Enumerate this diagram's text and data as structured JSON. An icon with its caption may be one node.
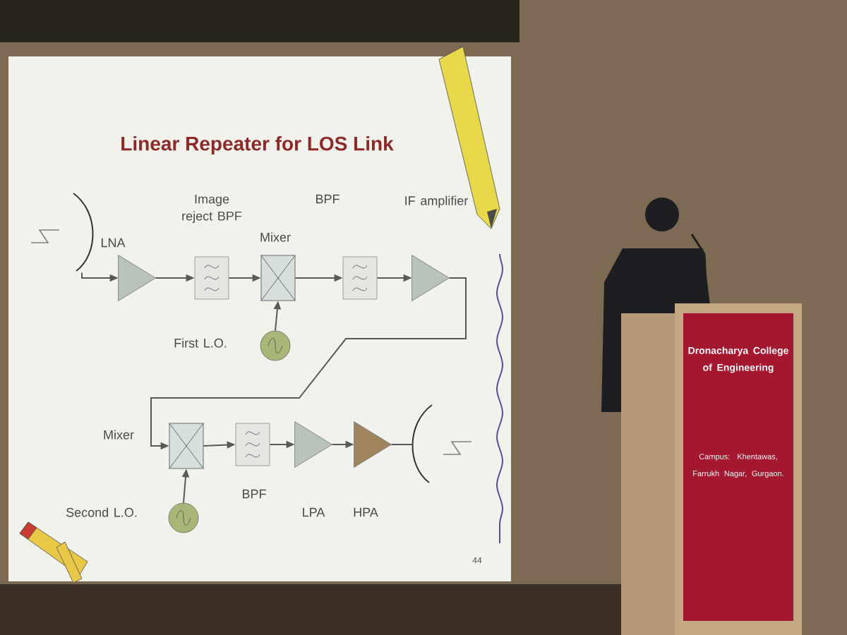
{
  "diagram": {
    "title": "Linear Repeater for LOS Link",
    "nodes": [
      {
        "text": [],
        "shape": "picture"
      },
      {
        "text": [
          "LNA"
        ]
      },
      {
        "text": [
          "Image reject BPF"
        ]
      },
      {
        "text": [
          "Mixer"
        ]
      },
      {
        "text": [
          "First L.O."
        ]
      },
      {
        "text": [
          "BPF"
        ]
      },
      {
        "text": [
          "IF amplifier"
        ]
      },
      {
        "text": [
          "Mixer"
        ]
      },
      {
        "text": [
          "Second L.O."
        ]
      },
      {
        "text": [
          "BPF"
        ]
      },
      {
        "text": [
          "LPA"
        ]
      },
      {
        "text": [
          "HPA"
        ]
      },
      {
        "text": [],
        "shape": "picture"
      }
    ],
    "edges": [
      {
        "from": 0,
        "to": 1,
        "arrow": "to"
      },
      {
        "from": 1,
        "to": 2,
        "arrow": "to"
      },
      {
        "from": 2,
        "to": 3,
        "arrow": "to"
      },
      {
        "from": 4,
        "to": 3,
        "arrow": "to"
      },
      {
        "from": 3,
        "to": 5,
        "arrow": "to"
      },
      {
        "from": 5,
        "to": 6,
        "arrow": "to"
      },
      {
        "from": 6,
        "to": 7,
        "arrow": "to"
      },
      {
        "from": 8,
        "to": 7,
        "arrow": "to"
      },
      {
        "from": 7,
        "to": 9,
        "arrow": "to"
      },
      {
        "from": 9,
        "to": 10,
        "arrow": "to"
      },
      {
        "from": 10,
        "to": 11,
        "arrow": "to"
      },
      {
        "from": 11,
        "to": 12,
        "arrow": "none"
      }
    ],
    "labels": [
      "44",
      "Dronacharya College of Engineering",
      "Campus: Khentawas, Farrukh Nagar, Gurgaon."
    ]
  }
}
